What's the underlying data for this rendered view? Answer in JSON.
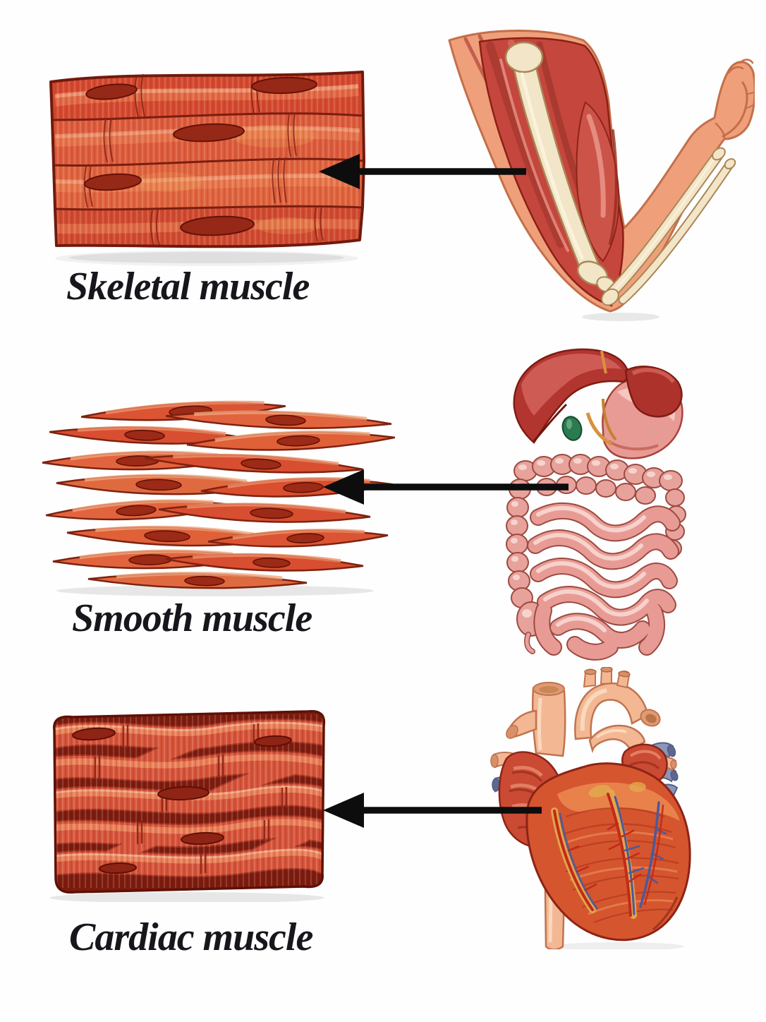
{
  "figure": {
    "background": "#fefefe",
    "arrow_color": "#0d0d0d",
    "label_color": "#16161c"
  },
  "sections": [
    {
      "id": "skeletal",
      "label": "Skeletal muscle",
      "tissue_icon": "skeletal-muscle-tissue-striated-fibers",
      "organ_icon": "flexed-arm-with-biceps-and-bones",
      "arrow_icon": "arrow-from-arm-to-tissue"
    },
    {
      "id": "smooth",
      "label": "Smooth muscle",
      "tissue_icon": "smooth-muscle-spindle-cells",
      "organ_icon": "digestive-organs-liver-stomach-intestines",
      "arrow_icon": "arrow-from-intestines-to-tissue"
    },
    {
      "id": "cardiac",
      "label": "Cardiac muscle",
      "tissue_icon": "cardiac-muscle-branching-fibers",
      "organ_icon": "human-heart",
      "arrow_icon": "arrow-from-heart-to-tissue"
    }
  ],
  "palette": {
    "muscle_red": "#d8513a",
    "muscle_highlight": "#ef8a5c",
    "muscle_outline": "#7a1e10",
    "nucleus_red": "#962817",
    "gap_maroon": "#7c1b0e",
    "skin": "#efa07b",
    "bone": "#f2e5c8",
    "liver_red": "#b23530",
    "stomach_pink": "#e89b94",
    "intestine_pink": "#e7a29b",
    "gallbladder_green": "#2c7a4f",
    "heart_red": "#d5552e",
    "vessel_pale": "#f3b893",
    "vessel_blue": "#8c96b6",
    "coronary_artery": "#c22a18",
    "coronary_vein": "#4a5a9a",
    "fat_yellow": "#e2a94e"
  }
}
